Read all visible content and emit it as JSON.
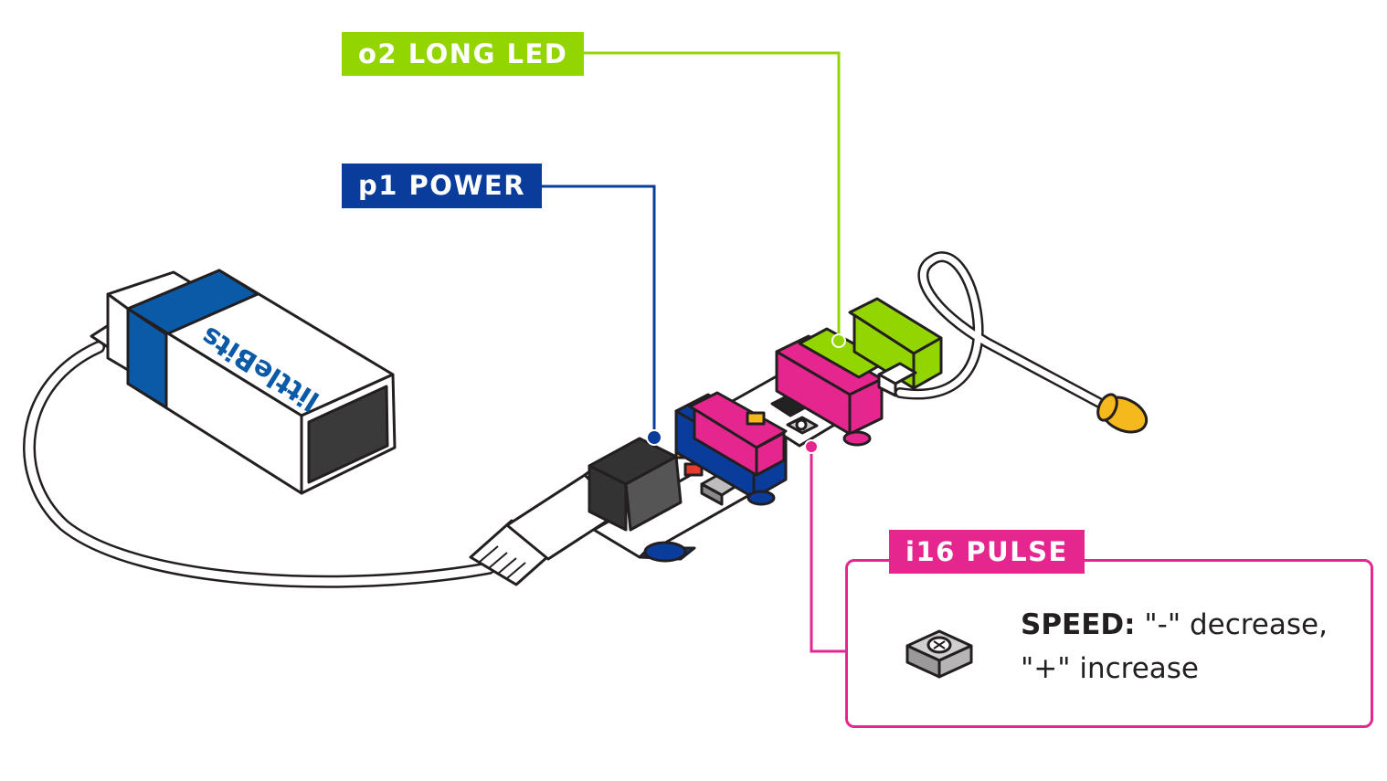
{
  "labels": {
    "o2": "o2 LONG LED",
    "p1": "p1 POWER",
    "i16": "i16 PULSE"
  },
  "battery": {
    "brand": "littleBits"
  },
  "pulse_info": {
    "term": "SPEED:",
    "line1": " \"-\" decrease,",
    "line2": "\"+\" increase"
  },
  "colors": {
    "output_green": "#93d500",
    "power_blue": "#0a3c9c",
    "input_pink": "#e5268f",
    "battery_blue": "#0b5aa7",
    "led_yellow": "#f6b91d"
  },
  "icons": [
    "battery-icon",
    "led-icon",
    "knob-icon"
  ]
}
